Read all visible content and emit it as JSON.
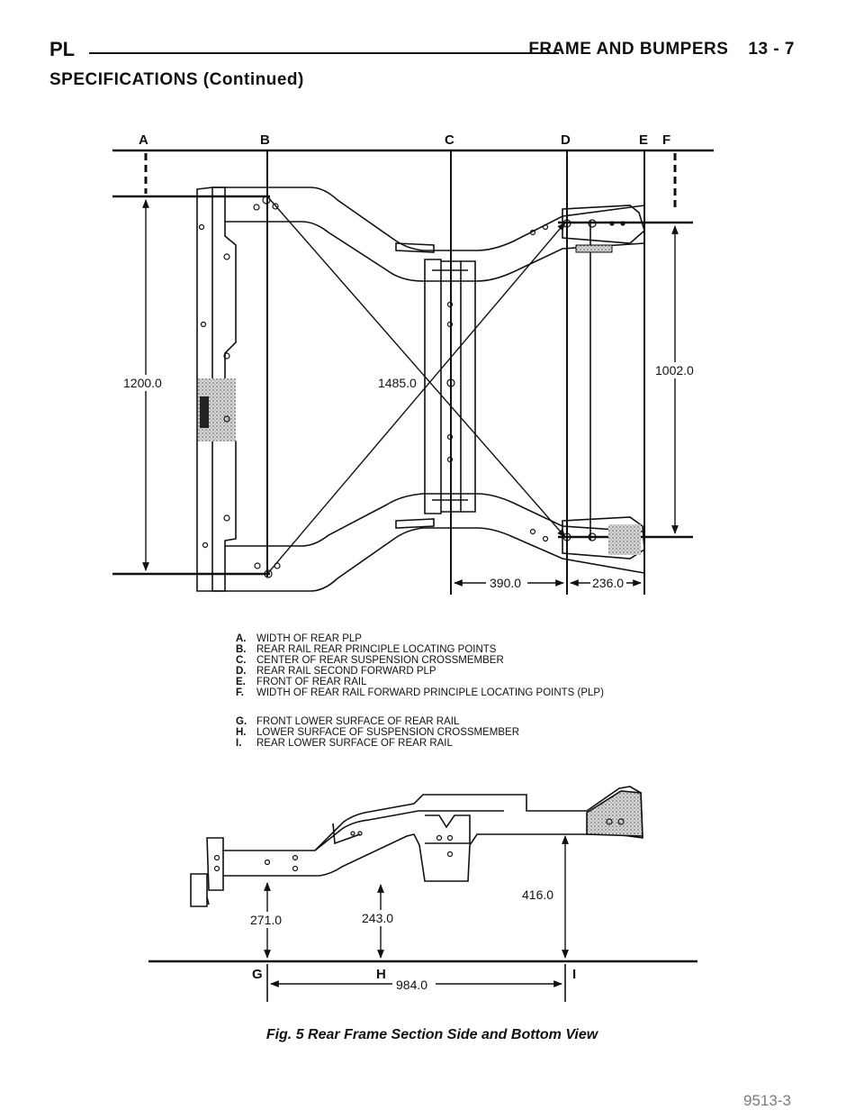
{
  "header": {
    "section": "PL",
    "title": "FRAME AND BUMPERS",
    "page": "13 - 7"
  },
  "subtitle": "SPECIFICATIONS (Continued)",
  "figure": {
    "top_view": {
      "points": [
        "A",
        "B",
        "C",
        "D",
        "E",
        "F"
      ],
      "dim_1200": "1200.0",
      "dim_1485": "1485.0",
      "dim_1002": "1002.0",
      "dim_390": "390.0",
      "dim_236": "236.0"
    },
    "legend": [
      {
        "key": "A.",
        "text": "WIDTH OF REAR PLP"
      },
      {
        "key": "B.",
        "text": "REAR RAIL REAR PRINCIPLE LOCATING POINTS"
      },
      {
        "key": "C.",
        "text": "CENTER OF REAR SUSPENSION CROSSMEMBER"
      },
      {
        "key": "D.",
        "text": "REAR RAIL SECOND FORWARD PLP"
      },
      {
        "key": "E.",
        "text": "FRONT OF REAR RAIL"
      },
      {
        "key": "F.",
        "text": "WIDTH OF REAR RAIL FORWARD PRINCIPLE LOCATING POINTS (PLP)"
      },
      {
        "key": "G.",
        "text": "FRONT LOWER SURFACE OF REAR RAIL"
      },
      {
        "key": "H.",
        "text": "LOWER SURFACE OF SUSPENSION CROSSMEMBER"
      },
      {
        "key": "I.",
        "text": "REAR LOWER SURFACE OF REAR RAIL"
      }
    ],
    "side_view": {
      "points": [
        "G",
        "H",
        "I"
      ],
      "dim_271": "271.0",
      "dim_243": "243.0",
      "dim_416": "416.0",
      "dim_984": "984.0"
    },
    "id": "9513-3",
    "caption": "Fig. 5 Rear Frame Section Side and Bottom View"
  }
}
